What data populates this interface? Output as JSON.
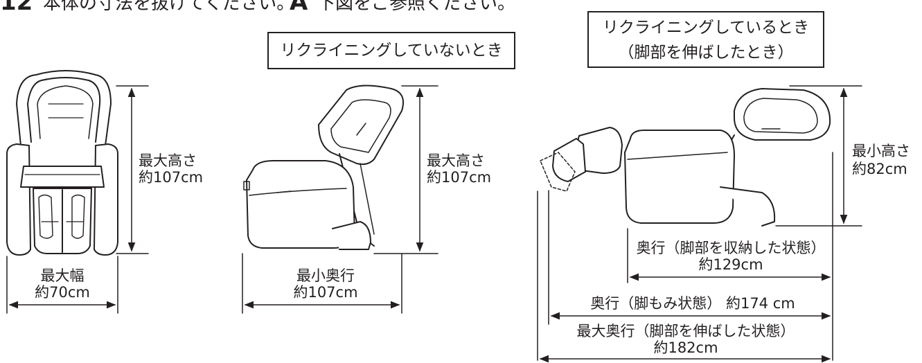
{
  "header": {
    "mark1": "12",
    "text1": "本体の寸法を抜けてください。",
    "mark2": "A",
    "text2": "下図をご参照ください。"
  },
  "boxes": {
    "not_reclined": "リクライニングしていないとき",
    "reclined_line1": "リクライニングしているとき",
    "reclined_line2": "（脚部を伸ばしたとき）"
  },
  "front": {
    "height_label": "最大高さ",
    "height_value": "約107cm",
    "width_label": "最大幅",
    "width_value": "約70cm"
  },
  "side": {
    "height_label": "最大高さ",
    "height_value": "約107cm",
    "depth_label": "最小奥行",
    "depth_value": "約107cm"
  },
  "reclined": {
    "height_label": "最小高さ",
    "height_value": "約82cm",
    "depth1_label": "奥行（脚部を収納した状態）",
    "depth1_value": "約129cm",
    "depth2_label": "奥行（脚もみ状態） 約174 cm",
    "depth3_label": "最大奥行（脚部を伸ばした状態）",
    "depth3_value": "約182cm"
  }
}
